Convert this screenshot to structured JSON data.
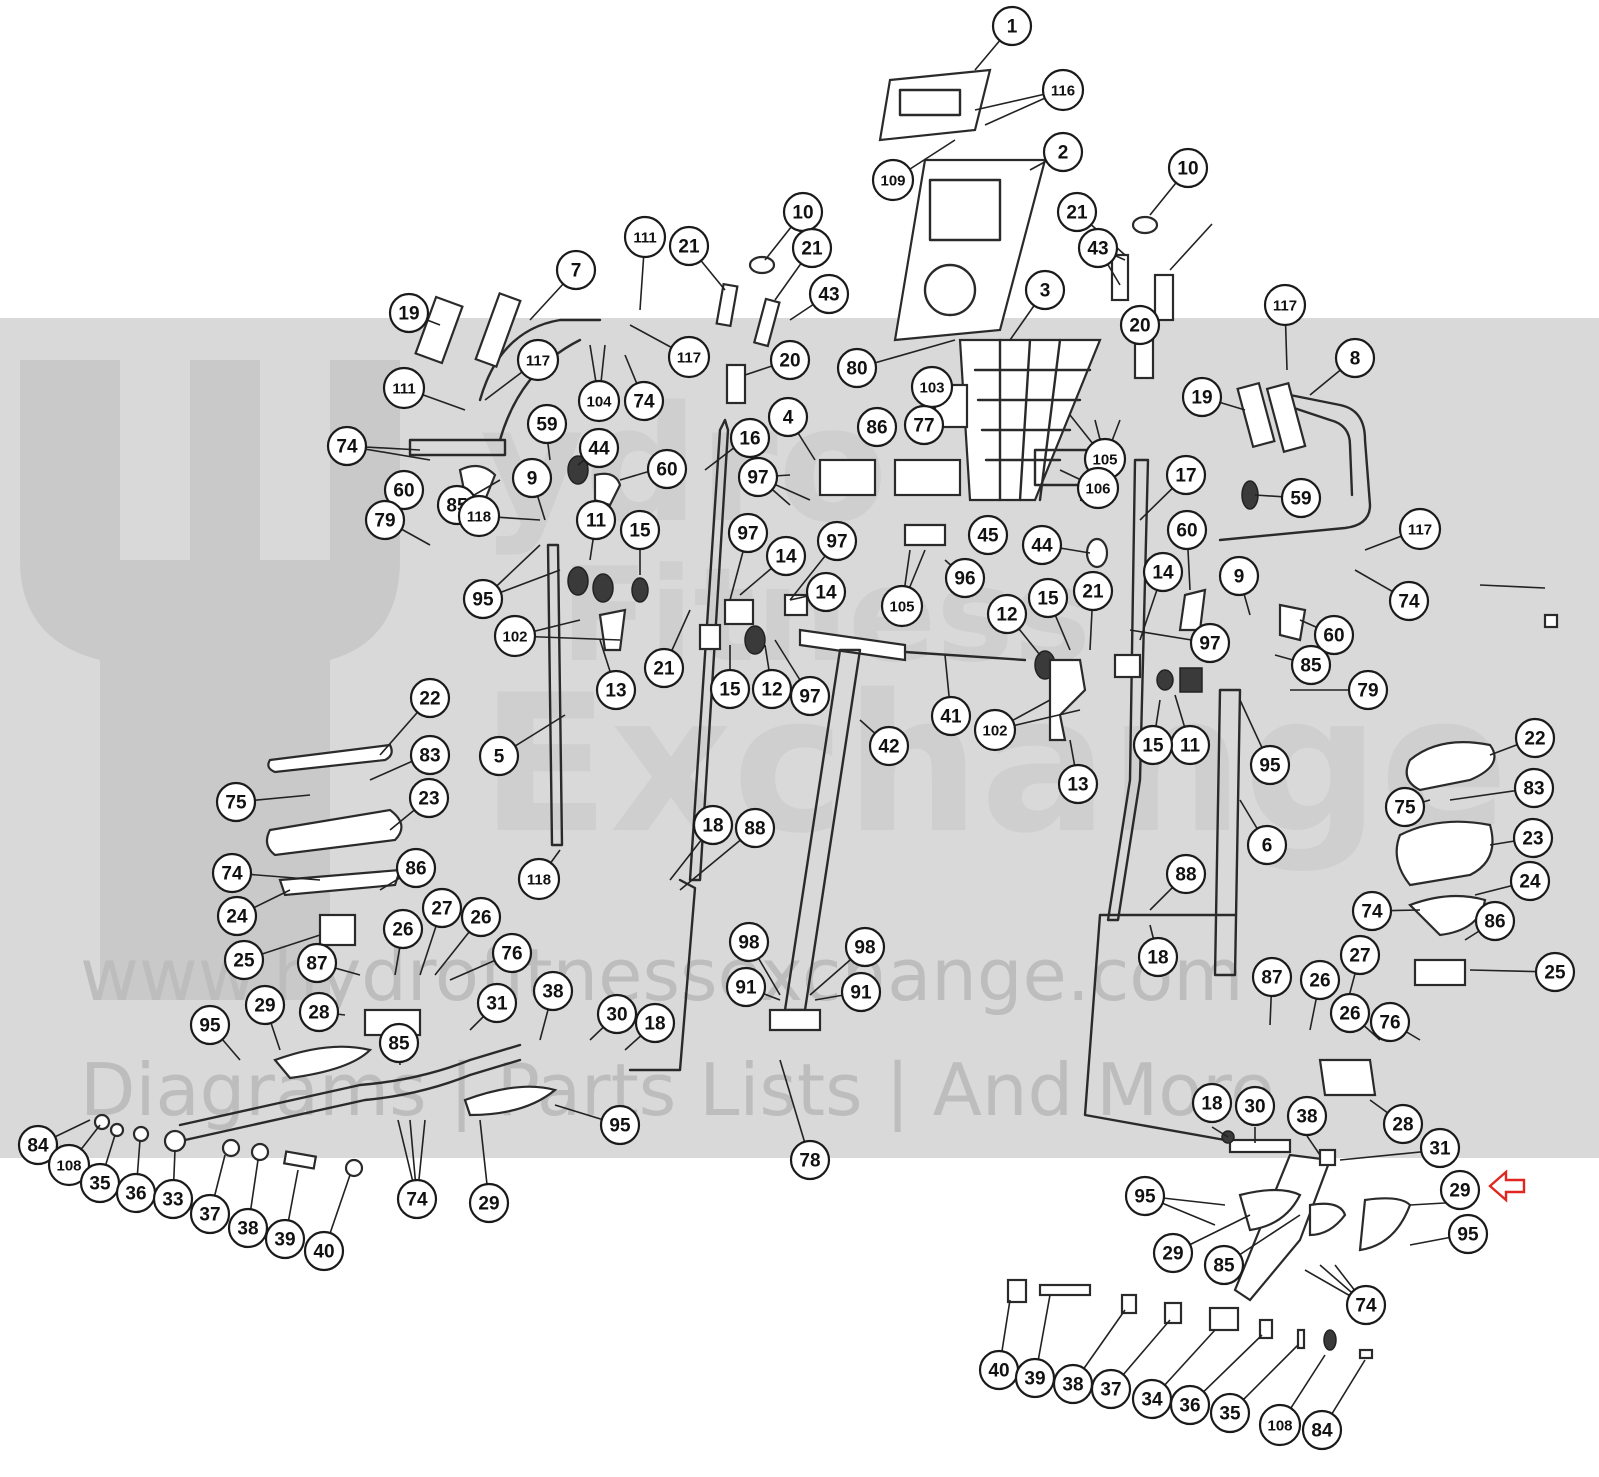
{
  "watermark": {
    "line1": "ydro",
    "line2": "Fitness",
    "line3": "Exchange",
    "url": "www.hydrofitnessexchange.com",
    "tagline": "Diagrams | Parts Lists | And More"
  },
  "accent_color": "#e0261f",
  "callouts": [
    "1",
    "116",
    "109",
    "2",
    "10",
    "21",
    "43",
    "3",
    "20",
    "117",
    "8",
    "19",
    "80",
    "103",
    "86",
    "77",
    "105",
    "106",
    "10",
    "21",
    "111",
    "7",
    "21",
    "43",
    "117",
    "19",
    "104",
    "74",
    "20",
    "111",
    "117",
    "59",
    "44",
    "60",
    "74",
    "16",
    "4",
    "97",
    "60",
    "85",
    "9",
    "118",
    "11",
    "15",
    "79",
    "95",
    "102",
    "97",
    "14",
    "97",
    "14",
    "13",
    "21",
    "15",
    "12",
    "97",
    "12",
    "15",
    "21",
    "44",
    "45",
    "96",
    "105",
    "17",
    "14",
    "60",
    "59",
    "117",
    "74",
    "9",
    "97",
    "60",
    "85",
    "79",
    "102",
    "13",
    "11",
    "15",
    "95",
    "41",
    "42",
    "22",
    "83",
    "75",
    "5",
    "23",
    "74",
    "86",
    "24",
    "118",
    "18",
    "88",
    "6",
    "22",
    "83",
    "75",
    "23",
    "74",
    "24",
    "86",
    "88",
    "18",
    "25",
    "26",
    "27",
    "26",
    "87",
    "76",
    "98",
    "98",
    "91",
    "91",
    "87",
    "26",
    "27",
    "25",
    "26",
    "76",
    "28",
    "29",
    "31",
    "38",
    "30",
    "18",
    "95",
    "85",
    "28",
    "84",
    "108",
    "35",
    "36",
    "33",
    "37",
    "38",
    "39",
    "40",
    "74",
    "29",
    "95",
    "78",
    "18",
    "30",
    "38",
    "31",
    "29",
    "95",
    "29",
    "85",
    "95",
    "74",
    "40",
    "39",
    "38",
    "37",
    "34",
    "36",
    "35",
    "108",
    "84"
  ]
}
